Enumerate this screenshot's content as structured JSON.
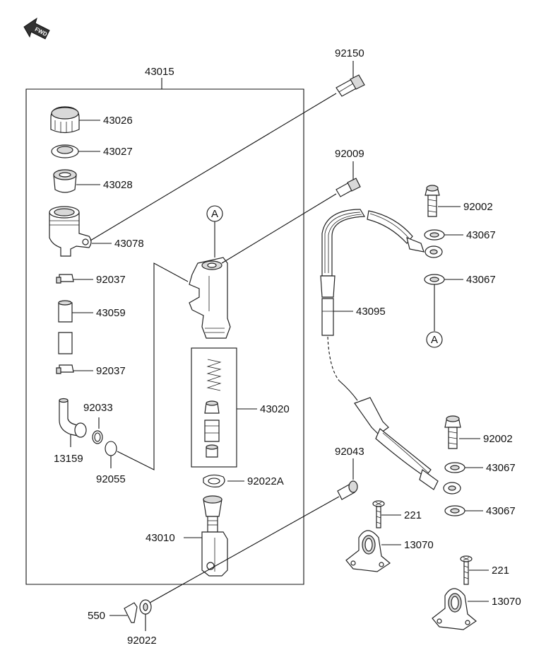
{
  "fwd_badge": "FWD",
  "callouts": {
    "c43015": "43015",
    "c43026": "43026",
    "c43027": "43027",
    "c43028": "43028",
    "c43078": "43078",
    "c92037a": "92037",
    "c43059": "43059",
    "c92037b": "92037",
    "c92033": "92033",
    "c13159": "13159",
    "c92055": "92055",
    "c92150": "92150",
    "c92009": "92009",
    "refA1": "A",
    "c43020": "43020",
    "c92022A": "92022A",
    "c43010": "43010",
    "c92043": "92043",
    "c550": "550",
    "c92022": "92022",
    "c92002a": "92002",
    "c43067a": "43067",
    "c43067b": "43067",
    "refA2": "A",
    "c43095": "43095",
    "c92002b": "92002",
    "c43067c": "43067",
    "c43067d": "43067",
    "c221a": "221",
    "c13070a": "13070",
    "c221b": "221",
    "c13070b": "13070"
  }
}
